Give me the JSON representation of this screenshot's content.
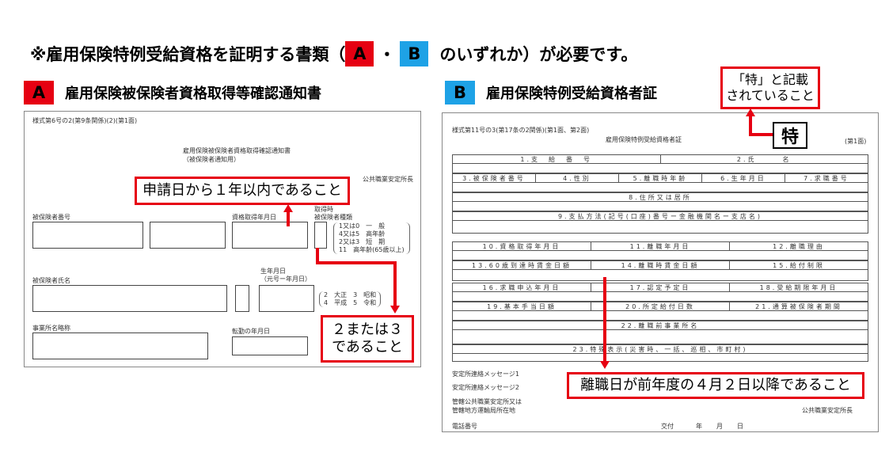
{
  "heading": {
    "prefix": "※雇用保険特例受給資格を証明する書類（",
    "badge_a": "A",
    "separator": "・",
    "badge_b": "B",
    "suffix": "のいずれか）が必要です。"
  },
  "section_a": {
    "badge": "A",
    "title": "雇用保険被保険者資格取得等確認通知書",
    "form": {
      "code": "様式第6号の2(第9条関係)(2)(第1面)",
      "title_line1": "雇用保険被保険者資格取得確認通知書",
      "title_line2": "（被保険者通知用）",
      "issuer": "公共職業安定所長",
      "insured_number_label": "被保険者番号",
      "acquisition_date_label": "資格取得年月日",
      "insured_type_label_1": "取得時",
      "insured_type_label_2": "被保険者種類",
      "type_options": [
        "1又は0　一　般",
        "4又は5　高年齢",
        "2又は3　短　期",
        "11　高年齢(65歳以上)"
      ],
      "name_label": "被保険者氏名",
      "birth_label_1": "生年月日",
      "birth_label_2": "（元号ー年月日）",
      "era_options": [
        "2　大正　3　昭和",
        "4　平成　5　令和"
      ],
      "office_label": "事業所名略称",
      "transfer_label": "転勤の年月日"
    },
    "callout_date": "申請日から１年以内であること",
    "callout_type": "２または３\nであること"
  },
  "section_b": {
    "badge": "B",
    "title": "雇用保険特例受給資格者証",
    "callout_mark": "「特」と記載\nされていること",
    "mark": "特",
    "callout_date": "離職日が前年度の４月２日以降であること",
    "form": {
      "code": "様式第11号の3(第17条の2関係)(第1面、第2面)",
      "title": "雇用保険特例受給資格者証",
      "page": "(第1面)",
      "rows": [
        [
          "1.支　給　番　号",
          "2.氏　　　名"
        ],
        [
          "3.被保険者番号",
          "4.性別",
          "5.離職時年齢",
          "6.生年月日",
          "7.求職番号"
        ],
        [
          "8.住所又は居所"
        ],
        [
          "9.支払方法(記号(口座)番号ー金融機関名ー支店名)"
        ],
        [
          "10.資格取得年月日",
          "11.離職年月日",
          "12.離職理由"
        ],
        [
          "13.60歳到達時賃金日額",
          "14.離職時賃金日額",
          "15.給付制限"
        ],
        [
          "16.求職申込年月日",
          "17.認定予定日",
          "18.受給期限年月日"
        ],
        [
          "19.基本手当日額",
          "20.所定給付日数",
          "21.通算被保険者期間"
        ],
        [
          "22.離職前事業所名"
        ],
        [
          "23.特殊表示(災害時、一括、巡相、市町村)"
        ]
      ],
      "message_1": "安定所連絡メッセージ1",
      "message_2": "安定所連絡メッセージ2",
      "office_addr_1": "管轄公共職業安定所又は",
      "office_addr_2": "管轄地方運輸局所在地",
      "issuer": "公共職業安定所長",
      "phone": "電話番号",
      "issued": "交付",
      "year": "年",
      "month": "月",
      "day": "日"
    }
  }
}
